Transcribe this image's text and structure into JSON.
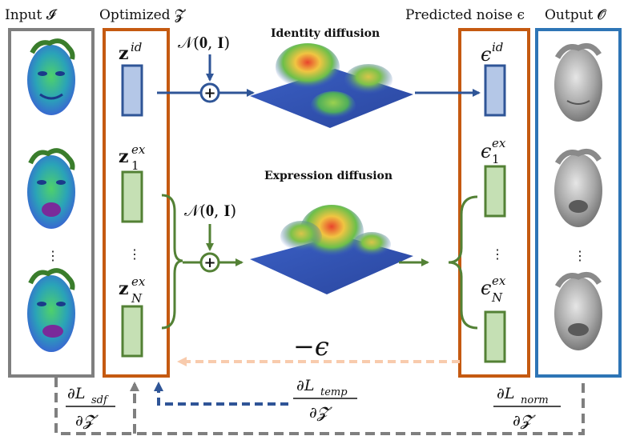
{
  "headers": {
    "input": "Input 𝓘",
    "optimized": "Optimized 𝓩",
    "predicted": "Predicted noise ϵ",
    "output": "Output 𝓞"
  },
  "latents": {
    "z_id": {
      "base": "z",
      "sup": "id"
    },
    "z_ex1": {
      "base": "z",
      "sup": "ex",
      "sub": "1"
    },
    "z_exN": {
      "base": "z",
      "sup": "ex",
      "sub": "N"
    },
    "dots": "⋮"
  },
  "noise_outputs": {
    "eps_id": {
      "base": "ϵ",
      "sup": "id"
    },
    "eps_ex1": {
      "base": "ϵ",
      "sup": "ex",
      "sub": "1"
    },
    "eps_exN": {
      "base": "ϵ",
      "sup": "ex",
      "sub": "N"
    },
    "dots": "⋮"
  },
  "gaussian_label": "𝒩(𝟎, 𝐈)",
  "plus_symbol": "+",
  "diffusion_titles": {
    "identity": "Identity diffusion",
    "expression": "Expression diffusion"
  },
  "neg_eps": "−ϵ",
  "losses": {
    "sdf": {
      "num": "∂L",
      "num_sub": "sdf",
      "den": "∂𝓩"
    },
    "temp": {
      "num": "∂L",
      "num_sub": "temp",
      "den": "∂𝓩"
    },
    "norm": {
      "num": "∂L",
      "num_sub": "norm",
      "den": "∂𝓩"
    }
  },
  "input_dots": "⋮",
  "output_dots": "⋮",
  "colors": {
    "gray_box": "#7f7f7f",
    "orange_box": "#c55a11",
    "blue_box": "#2e75b6",
    "id_blue": "#2f5597",
    "id_fill": "#b4c7e7",
    "ex_green": "#538135",
    "ex_fill": "#c5e0b4",
    "neg_eps_arrow": "#f8cbad"
  }
}
